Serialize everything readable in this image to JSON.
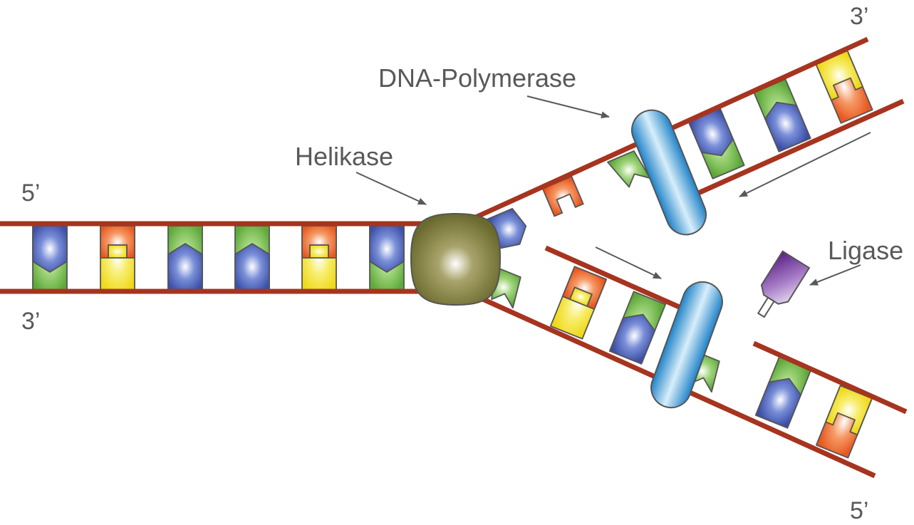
{
  "labels": {
    "helicase": "Helikase",
    "polymerase": "DNA-Polymerase",
    "ligase": "Ligase",
    "left_top_end": "5’",
    "left_bottom_end": "3’",
    "upper_right_end": "3’",
    "lower_right_end": "5’"
  },
  "colors": {
    "strand": "#a6341f",
    "adenine_blue": "#4b62b8",
    "thymine_green": "#74b749",
    "guanine_orange": "#ee6a2d",
    "cytosine_yellow": "#f3e325",
    "helicase": "#7a7a3a",
    "polymerase": "#2a8fd0",
    "ligase": "#6a2d8f"
  },
  "icons": {
    "helicase": "helicase-blob-icon",
    "polymerase": "polymerase-capsule-icon",
    "ligase": "ligase-tube-icon"
  }
}
